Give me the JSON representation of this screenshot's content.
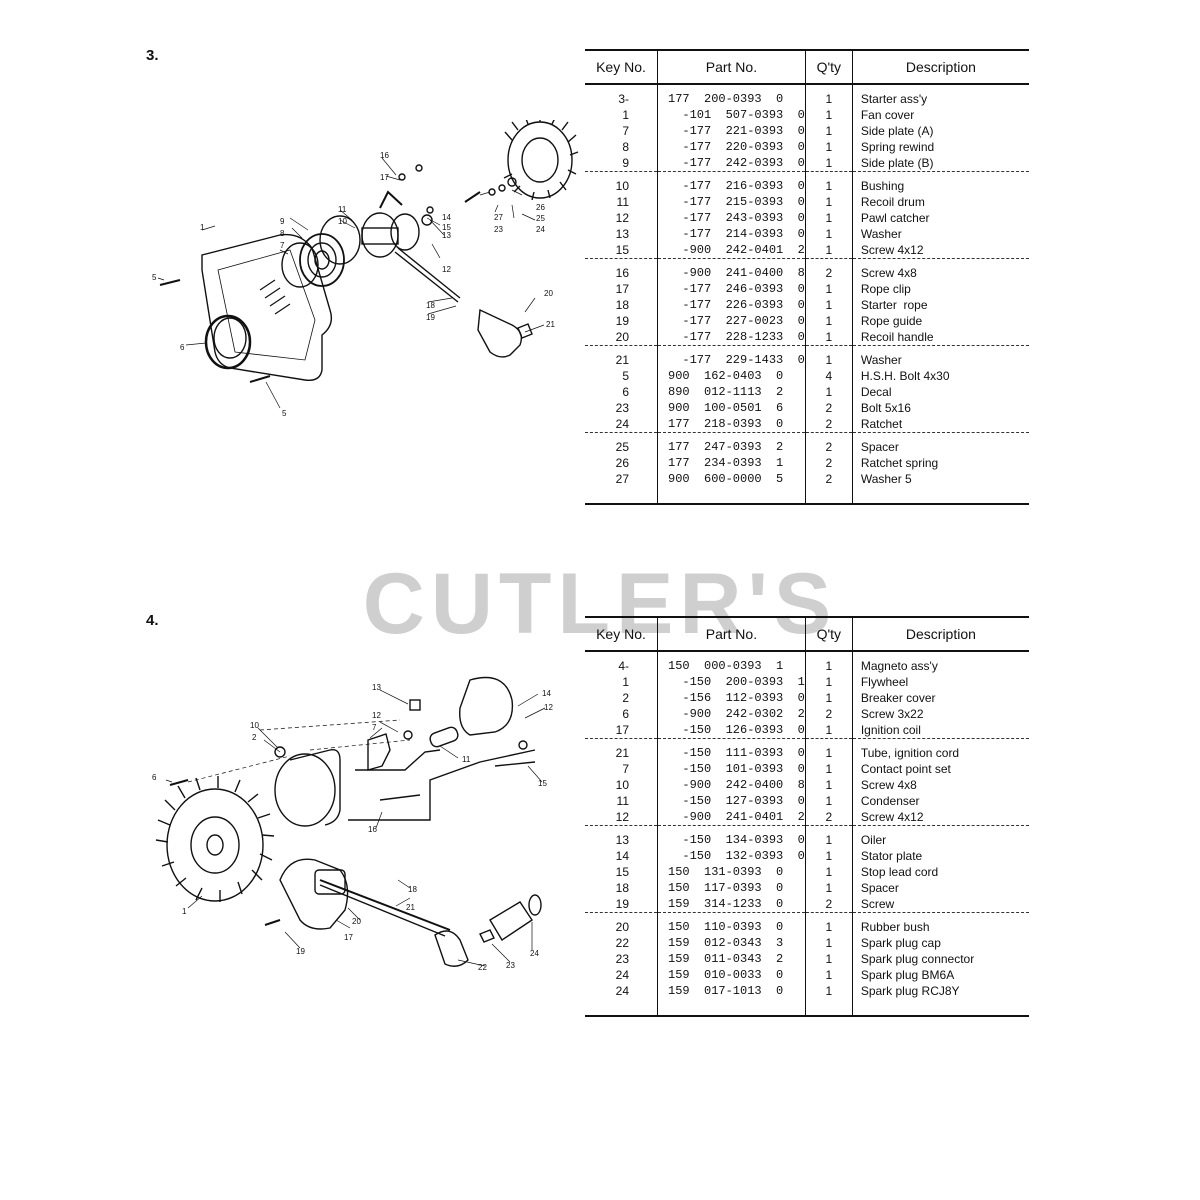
{
  "watermark": "CUTLER'S",
  "section3": {
    "number": "3.",
    "headers": {
      "key": "Key No.",
      "part": "Part No.",
      "qty": "Q'ty",
      "desc": "Description"
    },
    "groups": [
      [
        {
          "key": "3-",
          "part": "177  200-0393  0",
          "qty": "1",
          "desc": "Starter ass'y"
        },
        {
          "key": "1",
          "part": "  -101  507-0393  0",
          "qty": "1",
          "desc": "Fan cover"
        },
        {
          "key": "7",
          "part": "  -177  221-0393  0",
          "qty": "1",
          "desc": "Side plate (A)"
        },
        {
          "key": "8",
          "part": "  -177  220-0393  0",
          "qty": "1",
          "desc": "Spring rewind"
        },
        {
          "key": "9",
          "part": "  -177  242-0393  0",
          "qty": "1",
          "desc": "Side plate (B)"
        }
      ],
      [
        {
          "key": "10",
          "part": "  -177  216-0393  0",
          "qty": "1",
          "desc": "Bushing"
        },
        {
          "key": "11",
          "part": "  -177  215-0393  0",
          "qty": "1",
          "desc": "Recoil drum"
        },
        {
          "key": "12",
          "part": "  -177  243-0393  0",
          "qty": "1",
          "desc": "Pawl catcher"
        },
        {
          "key": "13",
          "part": "  -177  214-0393  0",
          "qty": "1",
          "desc": "Washer"
        },
        {
          "key": "15",
          "part": "  -900  242-0401  2",
          "qty": "1",
          "desc": "Screw 4x12"
        }
      ],
      [
        {
          "key": "16",
          "part": "  -900  241-0400  8",
          "qty": "2",
          "desc": "Screw 4x8"
        },
        {
          "key": "17",
          "part": "  -177  246-0393  0",
          "qty": "1",
          "desc": "Rope clip"
        },
        {
          "key": "18",
          "part": "  -177  226-0393  0",
          "qty": "1",
          "desc": "Starter  rope"
        },
        {
          "key": "19",
          "part": "  -177  227-0023  0",
          "qty": "1",
          "desc": "Rope guide"
        },
        {
          "key": "20",
          "part": "  -177  228-1233  0",
          "qty": "1",
          "desc": "Recoil handle"
        }
      ],
      [
        {
          "key": "21",
          "part": "  -177  229-1433  0",
          "qty": "1",
          "desc": "Washer"
        },
        {
          "key": "5",
          "part": "900  162-0403  0",
          "qty": "4",
          "desc": "H.S.H. Bolt 4x30"
        },
        {
          "key": "6",
          "part": "890  012-1113  2",
          "qty": "1",
          "desc": "Decal"
        },
        {
          "key": "23",
          "part": "900  100-0501  6",
          "qty": "2",
          "desc": "Bolt 5x16"
        },
        {
          "key": "24",
          "part": "177  218-0393  0",
          "qty": "2",
          "desc": "Ratchet"
        }
      ],
      [
        {
          "key": "25",
          "part": "177  247-0393  2",
          "qty": "2",
          "desc": "Spacer"
        },
        {
          "key": "26",
          "part": "177  234-0393  1",
          "qty": "2",
          "desc": "Ratchet spring"
        },
        {
          "key": "27",
          "part": "900  600-0000  5",
          "qty": "2",
          "desc": "Washer 5"
        }
      ]
    ],
    "callouts": [
      "16",
      "17",
      "11",
      "9",
      "10",
      "8",
      "7",
      "1",
      "5",
      "6",
      "5",
      "13",
      "12",
      "15",
      "14",
      "27",
      "23",
      "26",
      "25",
      "24",
      "18",
      "19",
      "20",
      "21"
    ]
  },
  "section4": {
    "number": "4.",
    "headers": {
      "key": "Key No.",
      "part": "Part No.",
      "qty": "Q'ty",
      "desc": "Description"
    },
    "groups": [
      [
        {
          "key": "4-",
          "part": "150  000-0393  1",
          "qty": "1",
          "desc": "Magneto ass'y"
        },
        {
          "key": "1",
          "part": "  -150  200-0393  1",
          "qty": "1",
          "desc": "Flywheel"
        },
        {
          "key": "2",
          "part": "  -156  112-0393  0",
          "qty": "1",
          "desc": "Breaker cover"
        },
        {
          "key": "6",
          "part": "  -900  242-0302  2",
          "qty": "2",
          "desc": "Screw 3x22"
        },
        {
          "key": "17",
          "part": "  -150  126-0393  0",
          "qty": "1",
          "desc": "Ignition coil"
        }
      ],
      [
        {
          "key": "21",
          "part": "  -150  111-0393  0",
          "qty": "1",
          "desc": "Tube, ignition cord"
        },
        {
          "key": "7",
          "part": "  -150  101-0393  0",
          "qty": "1",
          "desc": "Contact point set"
        },
        {
          "key": "10",
          "part": "  -900  242-0400  8",
          "qty": "1",
          "desc": "Screw 4x8"
        },
        {
          "key": "11",
          "part": "  -150  127-0393  0",
          "qty": "1",
          "desc": "Condenser"
        },
        {
          "key": "12",
          "part": "  -900  241-0401  2",
          "qty": "2",
          "desc": "Screw 4x12"
        }
      ],
      [
        {
          "key": "13",
          "part": "  -150  134-0393  0",
          "qty": "1",
          "desc": "Oiler"
        },
        {
          "key": "14",
          "part": "  -150  132-0393  0",
          "qty": "1",
          "desc": "Stator plate"
        },
        {
          "key": "15",
          "part": "150  131-0393  0",
          "qty": "1",
          "desc": "Stop lead cord"
        },
        {
          "key": "18",
          "part": "150  117-0393  0",
          "qty": "1",
          "desc": "Spacer"
        },
        {
          "key": "19",
          "part": "159  314-1233  0",
          "qty": "2",
          "desc": "Screw"
        }
      ],
      [
        {
          "key": "20",
          "part": "150  110-0393  0",
          "qty": "1",
          "desc": "Rubber bush"
        },
        {
          "key": "22",
          "part": "159  012-0343  3",
          "qty": "1",
          "desc": "Spark plug cap"
        },
        {
          "key": "23",
          "part": "159  011-0343  2",
          "qty": "1",
          "desc": "Spark plug connector"
        },
        {
          "key": "24",
          "part": "159  010-0033  0",
          "qty": "1",
          "desc": "Spark plug BM6A"
        },
        {
          "key": "24",
          "part": "159  017-1013  0",
          "qty": "1",
          "desc": "Spark plug RCJ8Y"
        }
      ]
    ],
    "callouts": [
      "13",
      "14",
      "12",
      "7",
      "12",
      "10",
      "2",
      "11",
      "6",
      "15",
      "16",
      "1",
      "18",
      "21",
      "20",
      "17",
      "19",
      "22",
      "23",
      "24"
    ]
  }
}
